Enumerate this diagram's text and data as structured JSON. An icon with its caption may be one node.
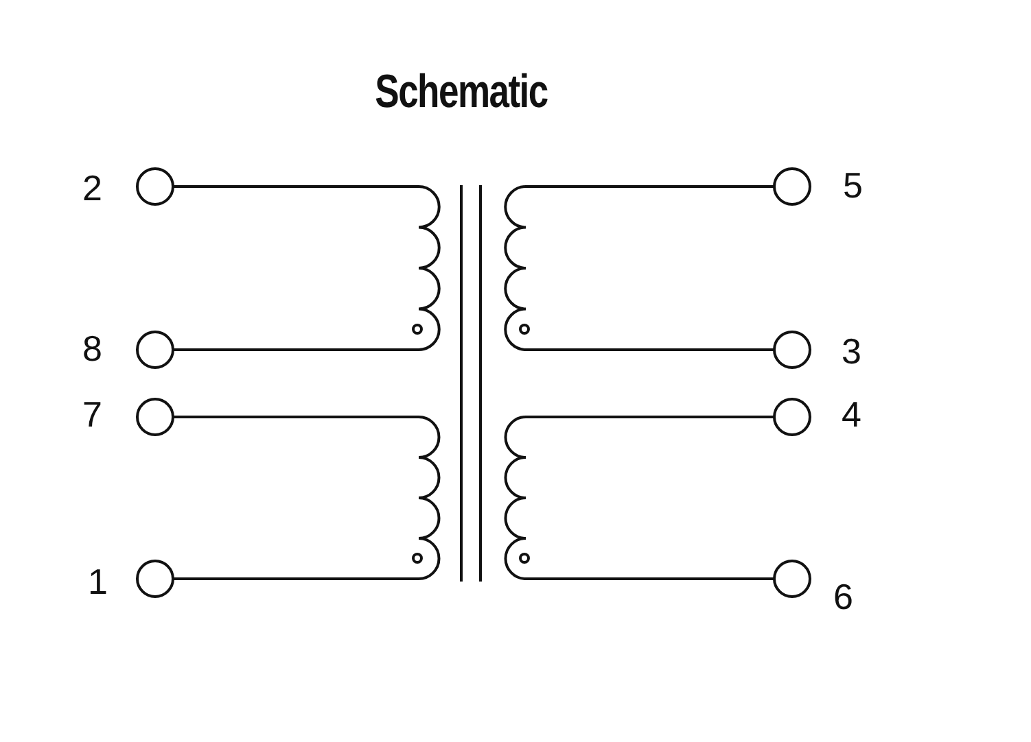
{
  "diagram": {
    "title": "Schematic",
    "labels": [
      "2",
      "5",
      "8",
      "3",
      "7",
      "4",
      "1",
      "6"
    ]
  }
}
